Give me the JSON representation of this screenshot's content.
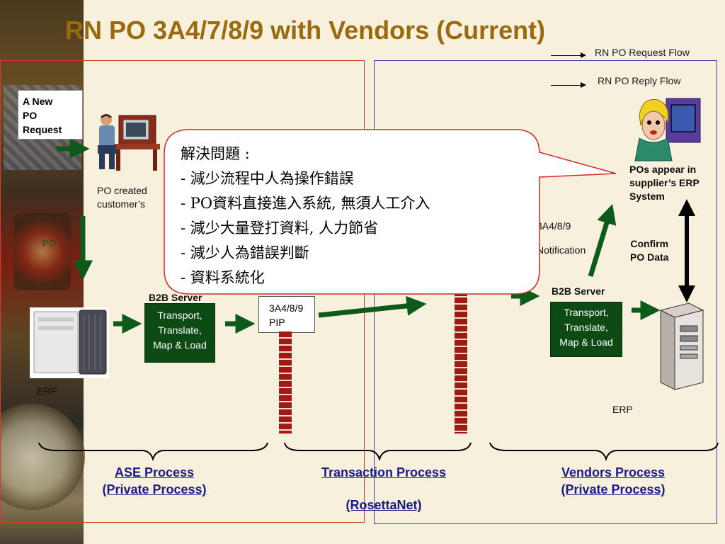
{
  "title": "RN PO 3A4/7/8/9 with Vendors (Current)",
  "legend": {
    "request_flow": "RN PO Request Flow",
    "reply_flow": "RN PO Reply Flow"
  },
  "left": {
    "request_box": [
      "A New",
      "PO",
      "Request"
    ],
    "po_created": [
      "PO created",
      "customer’s"
    ],
    "po_label": "PO",
    "b2b_server": "B2B Server",
    "transport_box": [
      "Transport,",
      "Translate,",
      "Map & Load"
    ],
    "erp": "ERP"
  },
  "middle": {
    "pip_doc": [
      "3A4/8/9",
      "PIP"
    ]
  },
  "right": {
    "notify": [
      "3A4/8/9",
      "Notification"
    ],
    "pos_appear": [
      "POs appear in",
      "supplier’s ERP",
      "System"
    ],
    "confirm": [
      "Confirm",
      "PO Data"
    ],
    "b2b_server": "B2B Server",
    "transport_box": [
      "Transport,",
      "Translate,",
      "Map & Load"
    ],
    "erp": "ERP"
  },
  "callout": {
    "heading": "解決問題 :",
    "items": [
      "- 減少流程中人為操作錯誤",
      "- PO資料直接進入系統, 無須人工介入",
      "- 減少大量登打資料, 人力節省",
      "- 減少人為錯誤判斷",
      "- 資料系統化"
    ]
  },
  "processes": {
    "ase": [
      "ASE Process",
      "(Private Process)"
    ],
    "transaction": [
      "Transaction Process",
      "(RosettaNet)"
    ],
    "vendors": [
      "Vendors Process",
      "(Private Process)"
    ]
  },
  "colors": {
    "title": "#9a6a0c",
    "process_label": "#1a1a8a",
    "green_arrow": "#0d5a1a",
    "callout_border": "#d22a2a",
    "region_red": "#d23c2c",
    "region_blue": "#3a40a8"
  }
}
